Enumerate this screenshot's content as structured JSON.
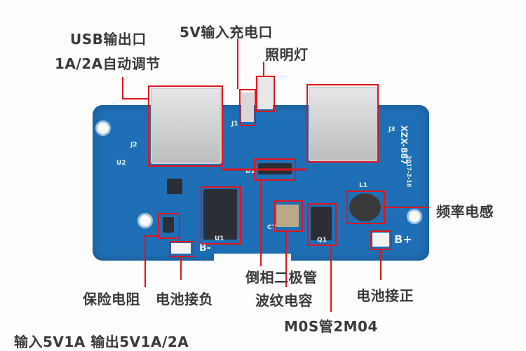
{
  "labels": {
    "usb_output": "USB输出口",
    "usb_auto": "1A/2A自动调节",
    "input_port": "5V输入充电口",
    "light": "照明灯",
    "inductor": "频率电感",
    "diode": "倒相二极管",
    "fuse": "保险电阻",
    "batt_neg": "电池接负",
    "capacitor": "波纹电容",
    "batt_pos": "电池接正",
    "mosfet": "M0S管2M04",
    "spec": "输入5V1A 输出5V1A/2A"
  },
  "silkscreen": {
    "model": "XZX-887",
    "date": "2017-2-16",
    "b_plus": "B+",
    "b_minus": "B-",
    "j1": "J1",
    "j2": "J2",
    "j3": "J3",
    "u1": "U1",
    "u2": "U2",
    "q1": "Q1",
    "d1": "D1",
    "l1": "L1",
    "c7": "C7"
  },
  "colors": {
    "pcb": "#1f6fb6",
    "annotation": "#e0141b"
  }
}
